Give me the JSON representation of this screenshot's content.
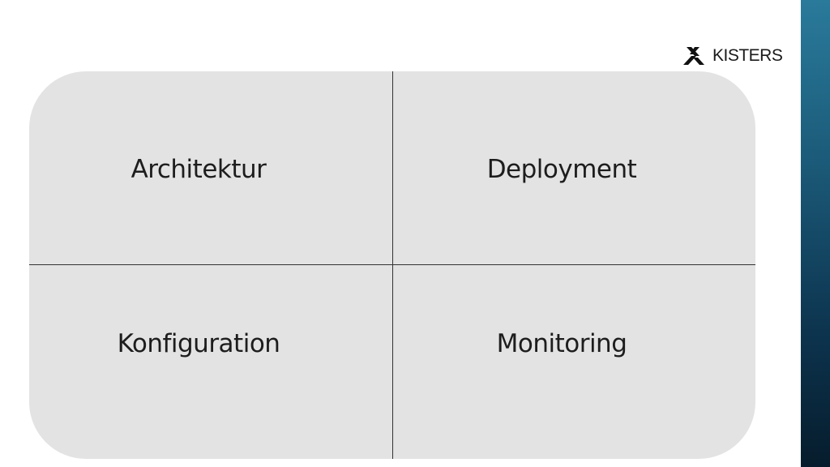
{
  "brand": {
    "name": "KISTERS",
    "logo_icon": "kisters-k-icon"
  },
  "quadrants": [
    {
      "label": "Architektur"
    },
    {
      "label": "Deployment"
    },
    {
      "label": "Konfiguration"
    },
    {
      "label": "Monitoring"
    }
  ],
  "colors": {
    "panel": "#e3e3e3",
    "divider": "#333333",
    "bar_top": "#2a7a9b",
    "bar_bottom": "#061c2c"
  }
}
